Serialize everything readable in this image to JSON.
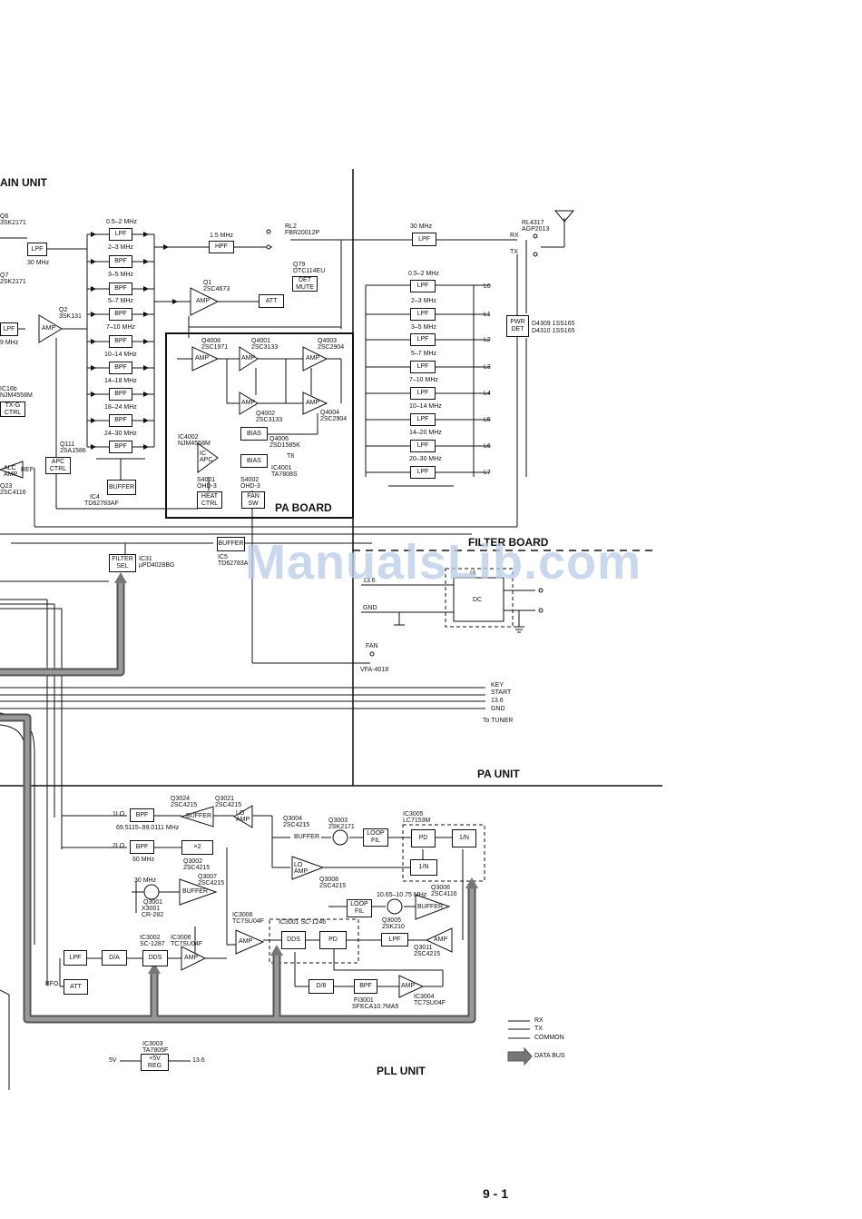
{
  "sections": {
    "main_unit": "AIN UNIT",
    "pa_board": "PA BOARD",
    "filter_board": "FILTER BOARD",
    "pa_unit": "PA UNIT",
    "pll_unit": "PLL UNIT"
  },
  "page_number": "9 - 1",
  "watermark": "ManualsLib.com",
  "left_parts": {
    "q6": "Q6",
    "q6_type": "3SK2171",
    "q7": "Q7",
    "q7_type": "2SK2171",
    "lpf_a": "LPF",
    "freq_30": "30 MHz",
    "lpf_b": "LPF",
    "freq_b": "9 MHz",
    "q2": "Q2",
    "q2_type": "3SK131",
    "amp": "AMP",
    "ic16b": "IC16b",
    "ic16b_type": "NJM4558M",
    "txg": "TX-G",
    "ctrl": "CTRL",
    "q111": "Q111",
    "q111_type": "2SA1586",
    "apc": "APC",
    "apc_ctrl": "CTRL",
    "alc": "ALC",
    "alc_amp": "AMP",
    "ref": "REF",
    "q23": "Q23",
    "q23_type": "2SC4116"
  },
  "filter_bank": {
    "range0": "0.5–2 MHz",
    "lpf0": "LPF",
    "range1": "2–3 MHz",
    "bpf1": "BPF",
    "range2": "3–5 MHz",
    "bpf2": "BPF",
    "range3": "5–7 MHz",
    "bpf3": "BPF",
    "range4": "7–10 MHz",
    "bpf4": "BPF",
    "range5": "10–14 MHz",
    "bpf5": "BPF",
    "range6": "14–18 MHz",
    "bpf6": "BPF",
    "range7": "18–24 MHz",
    "bpf7": "BPF",
    "range8": "24–30 MHz",
    "bpf8": "BPF",
    "buffer": "BUFFER",
    "ic4": "IC4",
    "ic4_type": "TD62783AF"
  },
  "hpf": {
    "freq": "1.5 MHz",
    "label": "HPF"
  },
  "rl2": {
    "name": "RL2",
    "type": "FBR20012P"
  },
  "q79": {
    "name": "Q79",
    "type": "DTC114EU",
    "det": "DET",
    "mute": "MUTE"
  },
  "q1": {
    "name": "Q1",
    "type": "2SC4673",
    "amp": "AMP",
    "att": "ATT"
  },
  "pa": {
    "q4008": "Q4008",
    "q4008_type": "2SC1971",
    "amp1": "AMP",
    "q4001": "Q4001",
    "q4001_type": "2SC3133",
    "amp2": "AMP",
    "q4003": "Q4003",
    "q4003_type": "2SC2904",
    "amp3": "AMP",
    "q4002": "Q4002",
    "q4002_type": "2SC3133",
    "amp4": "AMP",
    "q4004": "Q4004",
    "q4004_type": "2SC2904",
    "amp5": "AMP",
    "bias1": "BIAS",
    "bias2": "BIAS",
    "q4006": "Q4006",
    "q4006_type": "2SD1585K",
    "ic4001": "IC4001",
    "ic4001_type": "TA7808S",
    "t8": "T8",
    "ic4002": "IC4002",
    "ic4002_type": "NJM4558M",
    "ic": "IC",
    "ic_apc": "APC",
    "s4001": "S4001",
    "s4001_type": "OHD-3",
    "heat": "HEAT",
    "heat_ctrl": "CTRL",
    "s4002": "S4002",
    "s4002_type": "OHD-3",
    "fan": "FAN",
    "fan_sw": "SW"
  },
  "filter_out": {
    "lpf30_freq": "30 MHz",
    "lpf30": "LPF",
    "rl4317": "RL4317",
    "rl4317_type": "AGP2013",
    "rx": "RX",
    "tx": "TX",
    "r0": "0.5–2 MHz",
    "r1": "2–3 MHz",
    "r2": "3–5 MHz",
    "r3": "5–7 MHz",
    "r4": "7–10 MHz",
    "r5": "10–14 MHz",
    "r6": "14–20 MHz",
    "r7": "20–30 MHz",
    "lpf": "LPF",
    "l0": "L0",
    "l1": "L1",
    "l2": "L2",
    "l3": "L3",
    "l4": "L4",
    "l5": "L5",
    "l6": "L6",
    "l7": "L7",
    "pwr": "PWR",
    "det": "DET",
    "d4309": "D4309 1SS165",
    "d4310": "D4310 1SS165"
  },
  "bus": {
    "filter": "FILTER",
    "sel": "SEL",
    "ic31": "IC31",
    "ic31_type": "μPD4028BG",
    "buffer": "BUFFER",
    "ic5": "IC5",
    "ic5_type": "TD62783A",
    "v136": "13.6",
    "gnd": "GND",
    "dc": "DC",
    "ia": "IA",
    "fan": "FAN",
    "fan_type": "VFA-4018",
    "key": "KEY",
    "start": "START",
    "v136b": "13.6",
    "gnd2": "GND",
    "to_tuner": "To TUNER"
  },
  "pll": {
    "lo1": "1LO",
    "bpf1": "BPF",
    "bpf1_freq": "69.5115–99.0111 MHz",
    "lo2": "2LO",
    "bpf2": "BPF",
    "bpf2_freq": "60 MHz",
    "q3024": "Q3024",
    "q3024_type": "2SC4215",
    "buffer1": "BUFFER",
    "q3021": "Q3021",
    "q3021_type": "2SC4215",
    "lo": "LO",
    "lo_amp": "AMP",
    "q3004": "Q3004",
    "q3004_type": "2SC4215",
    "buffer2": "BUFFER",
    "q3003": "Q3003",
    "q3003_type": "2SK2171",
    "loop": "LOOP",
    "fil": "FIL",
    "ic3005": "IC3005",
    "ic3005_type": "LC7153M",
    "pd": "PD",
    "n1": "1/N",
    "n2": "1/N",
    "x2": "×2",
    "q3002": "Q3002",
    "q3002_type": "2SC4215",
    "lo2b": "LO",
    "lo2_amp": "AMP",
    "q3008": "Q3008",
    "q3008_type": "2SC4215",
    "osc_freq": "30 MHz",
    "q3001": "Q3001",
    "x3001": "X3001",
    "x3001_type": "CR-282",
    "q3007": "Q3007",
    "q3007_type": "2SC4215",
    "buffer3": "BUFFER",
    "loop2": "LOOP",
    "fil2": "FIL",
    "freq_1065": "10.65–10.75 MHz",
    "q3006": "Q3006",
    "q3006_type": "2SC4116",
    "buffer4": "BUFFER",
    "q3005": "Q3005",
    "q3005_type": "2SK210",
    "lpf": "LPF",
    "q3011": "Q3011",
    "q3011_type": "2SC4215",
    "amp": "AMP",
    "ic3006a": "IC3006",
    "ic3006a_type": "TC7SU04F",
    "amp2": "AMP",
    "ic3001": "IC3001 SC-1246",
    "dds": "DDS",
    "pd2": "PD",
    "ic3002": "IC3002",
    "ic3002_type": "SC-1287",
    "dds2": "DDS",
    "ic3006b": "IC3006",
    "ic3006b_type": "TC7SU04F",
    "amp3": "AMP",
    "lpf2": "LPF",
    "da": "D/A",
    "bfo": "BFO",
    "att": "ATT",
    "div": "D/8",
    "bpf3": "BPF",
    "fi3001": "FI3001",
    "fi3001_type": "SFECA10.7MA5",
    "amp4": "AMP",
    "ic3004": "IC3004",
    "ic3004_type": "TC7SU04F",
    "ic3003": "IC3003",
    "ic3003_type": "TA7805F",
    "v5": "5V",
    "reg5": "+5V",
    "reg": "REG",
    "v136": "13.6"
  },
  "legend": {
    "rx": "RX",
    "tx": "TX",
    "common": "COMMON",
    "data_bus": "DATA BUS"
  }
}
